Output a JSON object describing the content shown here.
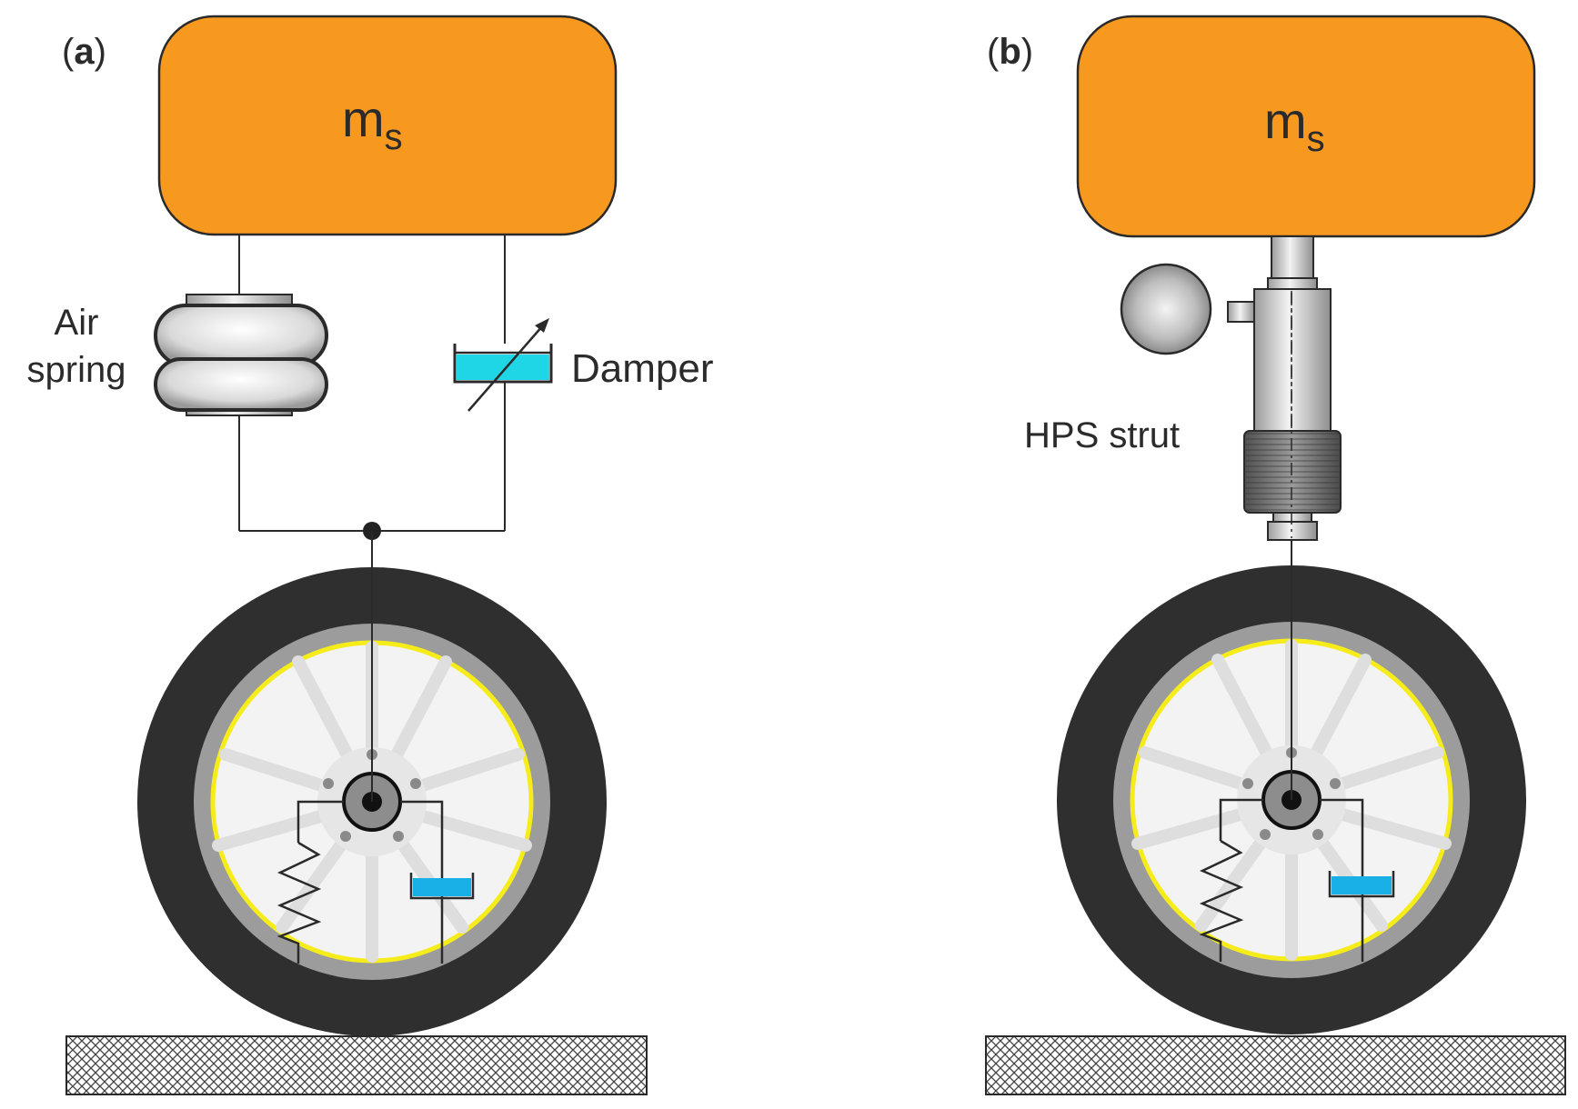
{
  "panel_a": {
    "label_open": "(",
    "label_letter": "a",
    "label_close": ")",
    "mass_label": "m",
    "mass_subscript": "s",
    "air_spring_line1": "Air",
    "air_spring_line2": "spring",
    "damper_label": "Damper"
  },
  "panel_b": {
    "label_open": "(",
    "label_letter": "b",
    "label_close": ")",
    "mass_label": "m",
    "mass_subscript": "s",
    "strut_label": "HPS strut"
  },
  "colors": {
    "sprung_mass": "#f7991f",
    "tire": "#2f2f2f",
    "rim_ring": "#f5ec1a",
    "damper_fluid": "#1ed6e6",
    "tire_damper_fluid": "#19b0e8"
  }
}
